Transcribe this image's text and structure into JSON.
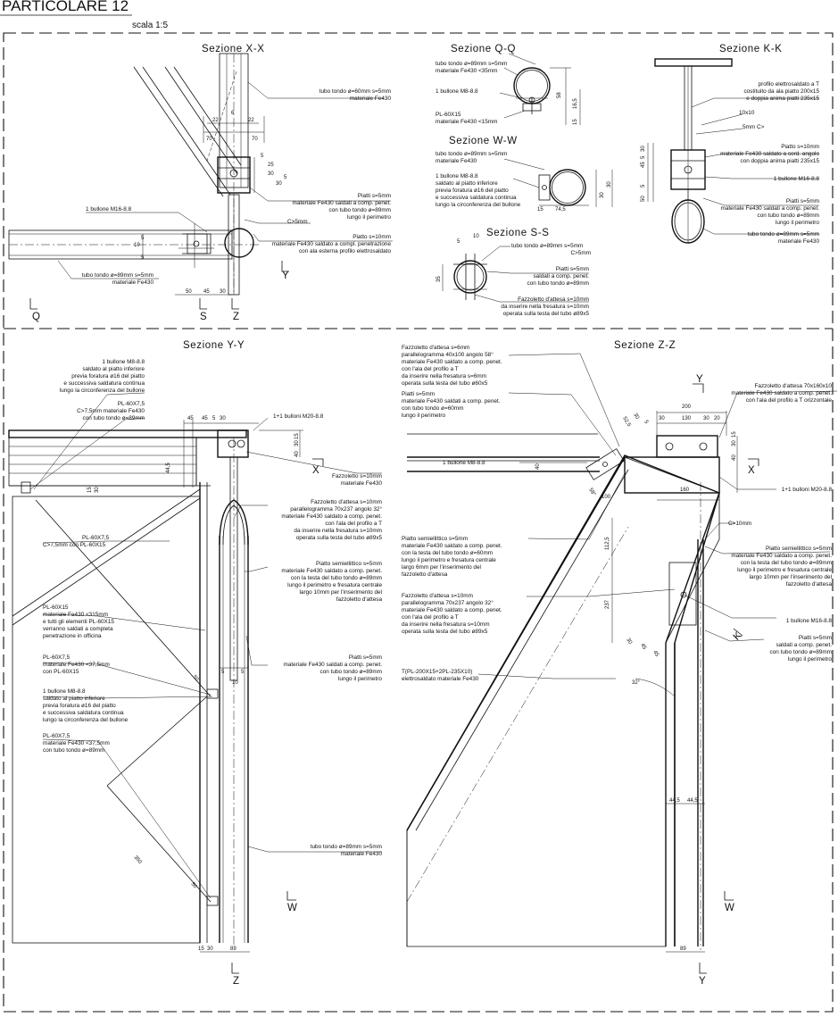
{
  "title": "PARTICOLARE 12",
  "scale": "scala 1:5",
  "sections": {
    "xx": "Sezione X-X",
    "qq": "Sezione Q-Q",
    "kk": "Sezione K-K",
    "ww": "Sezione W-W",
    "ss": "Sezione S-S",
    "yy": "Sezione Y-Y",
    "zz": "Sezione Z-Z"
  },
  "xx": {
    "n1": "tubo tondo ø=60mm s=5mm",
    "n2": "materiale Fe430",
    "n3": "Piatti s=5mm",
    "n4": "materiale Fe430 saldati a comp. penet.",
    "n5": "con tubo tondo ø=89mm",
    "n6": "lungo il perimetro",
    "n7": "1 bullone M16-8.8",
    "n8": "C>5mm",
    "n9": "Piatto s=10mm",
    "n10": "materiale Fe430 saldato a compl. penetrazione",
    "n11": "con ala esterna profilo elettrosaldato",
    "n12": "tubo tondo ø=89mm s=5mm",
    "n13": "materiale Fe430",
    "d": [
      "22",
      "6",
      "22",
      "70",
      "70",
      "5",
      "25",
      "30",
      "30",
      "5",
      "50",
      "45",
      "30",
      "10",
      "5",
      "5"
    ],
    "cut_q": "Q",
    "cut_s": "S",
    "cut_z": "Z",
    "cut_y": "Y"
  },
  "qq": {
    "n1": "tubo tondo ø=89mm s=5mm",
    "n2": "materiale Fe430 <35mm",
    "n3": "1 bullone M8-8.8",
    "n4": "PL-60X15",
    "n5": "materiale Fe430 <15mm",
    "d": [
      "58",
      "16,5",
      "15"
    ]
  },
  "ww": {
    "n1": "tubo tondo ø=89mm s=5mm",
    "n2": "materiale Fe430",
    "n3": "1 bullone M8-8.8",
    "n4": "saldato al piatto inferiore",
    "n5": "previa foratura ø16 del piatto",
    "n6": "e successiva saldatura continua",
    "n7": "lungo la circonferenza del bullone",
    "d": [
      "15",
      "74,5",
      "30",
      "30"
    ]
  },
  "ss": {
    "n1": "tubo tondo ø=89mm s=5mm",
    "n2": "C>5mm",
    "n3": "Piatti s=5mm",
    "n4": "saldati a comp. penet.",
    "n5": "con tubo tondo ø=89mm",
    "n6": "Fazzoletto d'attesa s=10mm",
    "n7": "da inserire nella fresatura s=10mm",
    "n8": "operata sulla testa del tubo ø89x5",
    "d": [
      "5",
      "10",
      "35"
    ]
  },
  "kk": {
    "n1": "profilo elettrosaldato a T",
    "n2": "costituito da ala piatto 200x15",
    "n3": "e doppia anima piatti 235x15",
    "n4": "10x10",
    "n5": "5mm C>",
    "n6": "Piatto s=10mm",
    "n7": "materiale Fe430 saldato a cord. angolo",
    "n8": "con doppia anima piatti 235x15",
    "n9": "1 bullone M16-8.8",
    "n10": "Piatti s=5mm",
    "n11": "materiale Fe430 saldati a comp. penet.",
    "n12": "con tubo tondo ø=89mm",
    "n13": "lungo il perimetro",
    "n14": "tubo tondo ø=89mm s=5mm",
    "n15": "materiale Fe430",
    "d": [
      "45",
      "5",
      "30",
      "5",
      "50"
    ]
  },
  "yy": {
    "n1": "1 bullone M8-8.8",
    "n2": "saldato al piatto inferiore",
    "n3": "previa foratura ø16 del piatto",
    "n4": "e successiva saldatura continua",
    "n5": "lungo la circonferenza del bullone",
    "n6": "PL-60X7,5",
    "n7": "C>7,5mm materiale Fe430",
    "n8": "con tubo tondo ø=89mm",
    "n9": "1+1 bulloni M20-8.8",
    "n10": "Fazzoletto s=10mm",
    "n11": "materiale Fe430",
    "n12": "Fazzoletto d'attesa s=10mm",
    "n13": "parallelogramma 70x237 angolo 32°",
    "n14": "materiale Fe430 saldato a comp. penet.",
    "n15": "con l'ala del profilo a T",
    "n16": "da inserire nella fresatura s=10mm",
    "n17": "operata sulla testa del tubo ø89x5",
    "n18": "PL-60X7,5",
    "n19": "C>7,5mm con PL-60X15",
    "n20": "Piatto semiellittico s=5mm",
    "n21": "materiale Fe430 saldato a comp. penet.",
    "n22": "con la testa del tubo tondo ø=89mm",
    "n23": "lungo il perimetro e fresatura centrale",
    "n24": "largo 10mm per l'inserimento del",
    "n25": "fazzoletto d'attesa",
    "n26": "PL-60X15",
    "n27": "materiale Fe430 <315mm",
    "n28": "e tutti gli elementi PL-60X15",
    "n29": "verranno saldati a completa",
    "n30": "penetrazione in officina",
    "n31": "PL-60X7,5",
    "n32": "materiale Fe430 <37,5mm",
    "n33": "con PL-60X15",
    "n34": "Piatti s=5mm",
    "n35": "materiale Fe430 saldati a comp. penet.",
    "n36": "con tubo tondo ø=89mm",
    "n37": "lungo il perimetro",
    "n38": "1 bullone M8-8.8",
    "n39": "saldato al piatto inferiore",
    "n40": "previa foratura ø16 del piatto",
    "n41": "e successiva saldatura continua",
    "n42": "lungo la circonferenza del bullone",
    "n43": "PL-60X7,5",
    "n44": "materiale Fe430 <37,5mm",
    "n45": "con tubo tondo ø=89mm",
    "n46": "tubo tondo ø=89mm s=5mm",
    "n47": "materiale Fe430",
    "d": [
      "45",
      "45",
      "5",
      "30",
      "30",
      "15",
      "40",
      "44,5",
      "15",
      "30",
      "5",
      "5",
      "10",
      "15",
      "30",
      "89",
      "350",
      "50",
      "50"
    ],
    "cut_x": "X",
    "cut_w": "W",
    "cut_z": "Z"
  },
  "zz": {
    "n1": "Fazzoletto d'attesa s=6mm",
    "n2": "parallelogramma 40x100 angolo 58°",
    "n3": "materiale Fe430 saldato a comp. penet.",
    "n4": "con l'ala del profilo a T",
    "n5": "da inserire nella fresatura s=6mm",
    "n6": "operata sulla testa del tubo ø60x5",
    "n7": "Piatti s=5mm",
    "n8": "materiale Fe430 saldati a comp. penet.",
    "n9": "con tubo tondo ø=60mm",
    "n10": "lungo il perimetro",
    "n11": "Fazzoletto d'attesa 70x160x10",
    "n12": "materiale Fe430 saldato a comp. penet.",
    "n13": "con l'ala del profilo a T orizzontale",
    "n14": "1 bullone M8-8.8",
    "n15": "1+1 bulloni M20-8.8",
    "n16": "C>10mm",
    "n17": "Piatto semiellittico s=5mm",
    "n18": "materiale Fe430 saldato a comp. penet.",
    "n19": "con la testa del tubo tondo ø=60mm",
    "n20": "lungo il perimetro e fresatura centrale",
    "n21": "largo 6mm per l'inserimento del",
    "n22": "fazzoletto d'attesa",
    "n23": "Piatto semiellittico s=5mm",
    "n24": "materiale Fe430 saldato a comp. penet.",
    "n25": "con la testa del tubo tondo ø=89mm",
    "n26": "lungo il perimetro e fresatura centrale",
    "n27": "largo 10mm per l'inserimento del",
    "n28": "fazzoletto d'attesa",
    "n29": "Fazzoletto d'attesa s=10mm",
    "n30": "parallelogramma 70x237 angolo 32°",
    "n31": "materiale Fe430 saldato a comp. penet.",
    "n32": "con l'ala del profilo a T",
    "n33": "da inserire nella fresatura s=10mm",
    "n34": "operata sulla testa del tubo ø89x5",
    "n35": "1 bullone M16-8.8",
    "n36": "Piatti s=5mm",
    "n37": "saldati a comp. penet.",
    "n38": "con tubo tondo ø=89mm",
    "n39": "lungo il perimetro",
    "n40": "T(PL-200X15+2PL-235X10)",
    "n41": "elettrosaldato materiale Fe430",
    "d": [
      "200",
      "30",
      "130",
      "30",
      "20",
      "30",
      "15",
      "40",
      "160",
      "52,5",
      "30",
      "5",
      "100",
      "58°",
      "40",
      "112,5",
      "237",
      "30",
      "45",
      "45",
      "32°",
      "44,5",
      "44,5",
      "89"
    ],
    "cut_y": "Y",
    "cut_x": "X",
    "cut_k": "K",
    "cut_w": "W"
  }
}
